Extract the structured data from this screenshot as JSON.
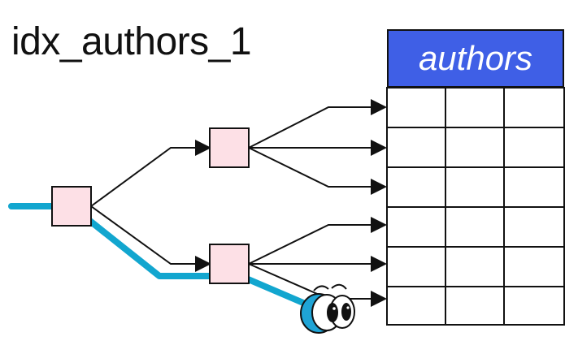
{
  "index": {
    "name": "idx_authors_1"
  },
  "table": {
    "name": "authors",
    "rows": 6,
    "columns": 3
  },
  "colors": {
    "header_fill": "#3f5fe6",
    "node_fill": "#fde0e6",
    "path": "#12a6cf",
    "line": "#111111"
  },
  "icons": {
    "searcher": "googly-eyes-face-icon"
  }
}
